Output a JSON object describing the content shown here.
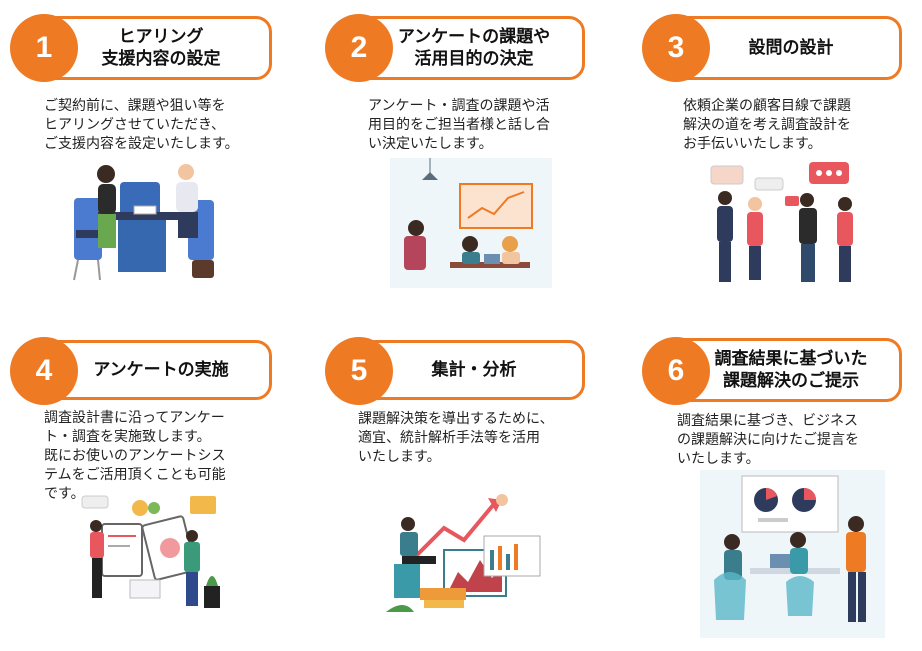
{
  "steps": [
    {
      "num": "1",
      "title": [
        "ヒアリング",
        "支援内容の設定"
      ],
      "desc": [
        "ご契約前に、課題や狙い等を",
        "ヒアリングさせていただき、",
        "ご支援内容を設定いたします。"
      ]
    },
    {
      "num": "2",
      "title": [
        "アンケートの課題や",
        "活用目的の決定"
      ],
      "desc": [
        "アンケート・調査の課題や活",
        "用目的をご担当者様と話し合",
        "い決定いたします。"
      ]
    },
    {
      "num": "3",
      "title": [
        "設問の設計"
      ],
      "desc": [
        "依頼企業の顧客目線で課題",
        "解決の道を考え調査設計を",
        "お手伝いいたします。"
      ]
    },
    {
      "num": "4",
      "title": [
        "アンケートの実施"
      ],
      "desc": [
        "調査設計書に沿ってアンケー",
        "ト・調査を実施致します。",
        "既にお使いのアンケートシス",
        "テムをご活用頂くことも可能",
        "です。"
      ]
    },
    {
      "num": "5",
      "title": [
        "集計・分析"
      ],
      "desc": [
        "課題解決策を導出するために、",
        "適宜、統計解析手法等を活用",
        "いたします。"
      ]
    },
    {
      "num": "6",
      "title": [
        "調査結果に基づいた",
        "課題解決のご提示"
      ],
      "desc": [
        "調査結果に基づき、ビジネス",
        "の課題解決に向けたご提言を",
        "いたします。"
      ]
    }
  ],
  "colors": {
    "accent": "#ee7a23",
    "teal": "#3a7d8c",
    "navy": "#2f3b5c"
  }
}
